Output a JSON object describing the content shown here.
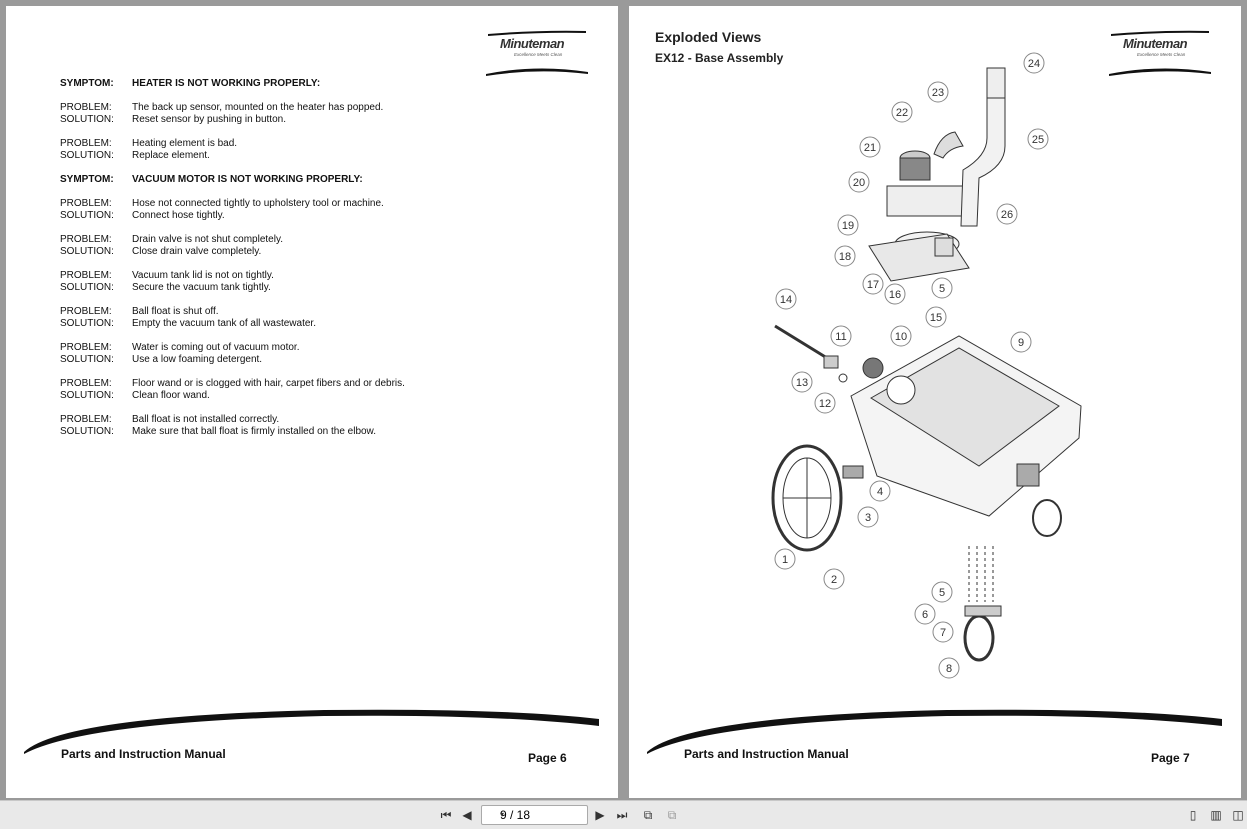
{
  "brand": {
    "name": "Minuteman",
    "tagline": "Excellence Meets Clean"
  },
  "page6": {
    "entries": [
      {
        "kind": "symptom",
        "label": "SYMPTOM:",
        "text": "HEATER IS NOT WORKING PROPERLY:"
      },
      {
        "kind": "gap"
      },
      {
        "kind": "line",
        "label": "PROBLEM:",
        "text": "The back up sensor, mounted on the heater has popped."
      },
      {
        "kind": "line",
        "label": "SOLUTION:",
        "text": "Reset sensor by pushing in button."
      },
      {
        "kind": "gap"
      },
      {
        "kind": "line",
        "label": "PROBLEM:",
        "text": "Heating element is bad."
      },
      {
        "kind": "line",
        "label": "SOLUTION:",
        "text": "Replace element."
      },
      {
        "kind": "gap"
      },
      {
        "kind": "symptom",
        "label": "SYMPTOM:",
        "text": "VACUUM MOTOR IS NOT WORKING PROPERLY:"
      },
      {
        "kind": "gap"
      },
      {
        "kind": "line",
        "label": "PROBLEM:",
        "text": "Hose not connected tightly to upholstery tool or machine."
      },
      {
        "kind": "line",
        "label": "SOLUTION:",
        "text": "Connect hose tightly."
      },
      {
        "kind": "gap"
      },
      {
        "kind": "line",
        "label": "PROBLEM:",
        "text": "Drain valve is not shut completely."
      },
      {
        "kind": "line",
        "label": "SOLUTION:",
        "text": "Close drain valve completely."
      },
      {
        "kind": "gap"
      },
      {
        "kind": "line",
        "label": "PROBLEM:",
        "text": "Vacuum tank lid is not on tightly."
      },
      {
        "kind": "line",
        "label": "SOLUTION:",
        "text": "Secure the vacuum tank tightly."
      },
      {
        "kind": "gap"
      },
      {
        "kind": "line",
        "label": "PROBLEM:",
        "text": "Ball float is shut off."
      },
      {
        "kind": "line",
        "label": "SOLUTION:",
        "text": "Empty the vacuum tank of all wastewater."
      },
      {
        "kind": "gap"
      },
      {
        "kind": "line",
        "label": "PROBLEM:",
        "text": "Water is coming out of vacuum motor."
      },
      {
        "kind": "line",
        "label": "SOLUTION:",
        "text": "Use a low foaming detergent."
      },
      {
        "kind": "gap"
      },
      {
        "kind": "line",
        "label": "PROBLEM:",
        "text": "Floor wand or is clogged with hair, carpet fibers and or debris."
      },
      {
        "kind": "line",
        "label": "SOLUTION:",
        "text": "Clean floor wand."
      },
      {
        "kind": "gap"
      },
      {
        "kind": "line",
        "label": "PROBLEM:",
        "text": "Ball float is not installed correctly."
      },
      {
        "kind": "line",
        "label": "SOLUTION:",
        "text": "Make sure that ball float is firmly installed on the elbow."
      }
    ],
    "footer_title": "Parts and Instruction Manual",
    "page_label": "Page 6"
  },
  "page7": {
    "title": "Exploded Views",
    "subtitle": "EX12 - Base Assembly",
    "callouts": [
      "1",
      "2",
      "3",
      "4",
      "5",
      "5",
      "6",
      "7",
      "8",
      "9",
      "10",
      "11",
      "12",
      "13",
      "14",
      "15",
      "16",
      "17",
      "18",
      "19",
      "20",
      "21",
      "22",
      "23",
      "24",
      "25",
      "26"
    ],
    "footer_title": "Parts and Instruction Manual",
    "page_label": "Page 7"
  },
  "toolbar": {
    "page_indicator": "9 / 18",
    "icons": [
      "first-page-icon",
      "prev-page-icon",
      "next-page-icon",
      "last-page-icon",
      "rotate-icon",
      "copy-icon",
      "single-page-icon",
      "two-page-icon",
      "facing-pages-icon"
    ]
  }
}
